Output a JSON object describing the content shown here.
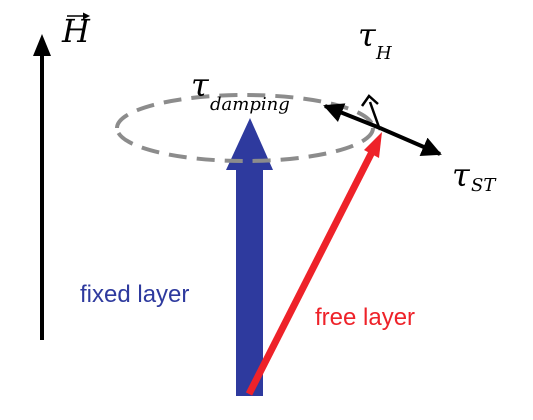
{
  "labels": {
    "h_field": "H",
    "tau": "τ",
    "tau_h_sub": "H",
    "tau_damping_sub": "damping",
    "tau_st_sub": "ST",
    "fixed_layer": "fixed layer",
    "free_layer": "free layer"
  },
  "colors": {
    "h_arrow": "#000000",
    "fixed_layer": "#2e3a9e",
    "free_layer": "#ee2229",
    "precession_orbit": "#8c8c8c",
    "torque_arrows": "#000000"
  }
}
